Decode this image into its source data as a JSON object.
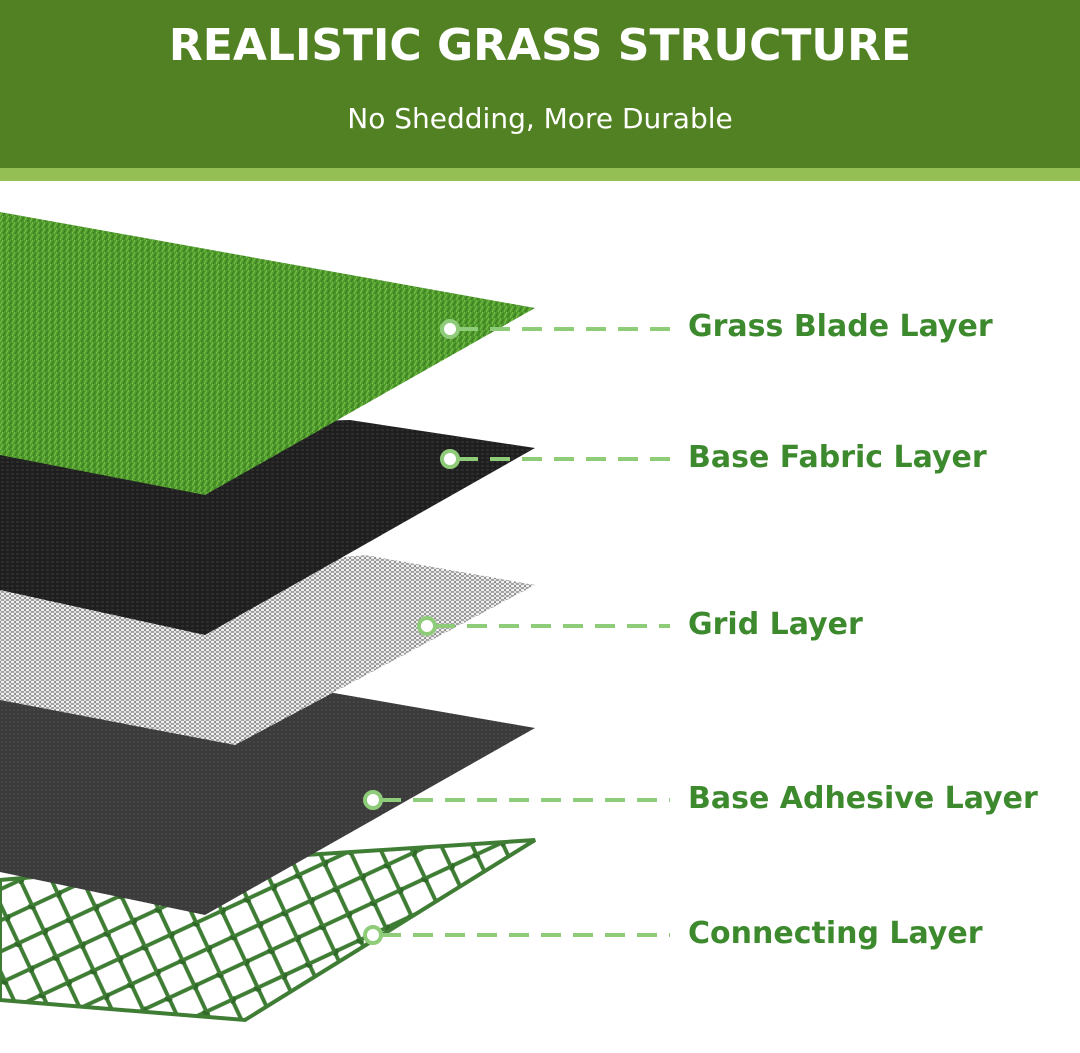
{
  "header": {
    "title": "REALISTIC GRASS STRUCTURE",
    "subtitle": "No Shedding, More Durable"
  },
  "colors": {
    "header_bg": "#528123",
    "header_stripe": "#93bf55",
    "label_text": "#3d8a2e",
    "callout_line": "#8fcc7a",
    "grass": "#4f9a2c",
    "base_fabric": "#1f1f1f",
    "grid": "#d9d9d9",
    "base_adhesive": "#3c3c3c",
    "connecting": "#3f7d35"
  },
  "layers": [
    {
      "id": "grass-blade",
      "label": "Grass Blade Layer"
    },
    {
      "id": "base-fabric",
      "label": "Base Fabric Layer"
    },
    {
      "id": "grid",
      "label": "Grid Layer"
    },
    {
      "id": "base-adhesive",
      "label": "Base Adhesive Layer"
    },
    {
      "id": "connecting",
      "label": "Connecting Layer"
    }
  ]
}
